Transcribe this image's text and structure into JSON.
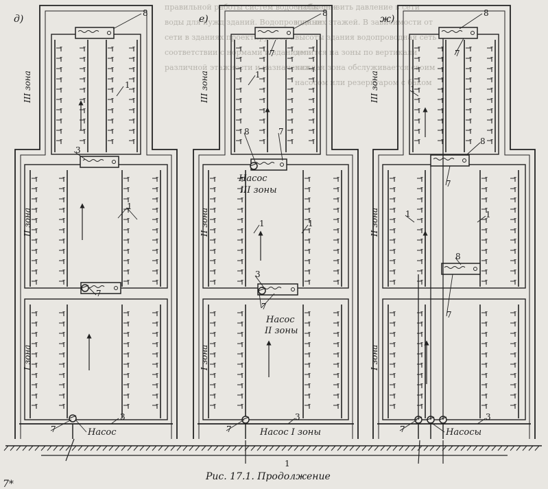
{
  "background_text": {
    "left_lines": [
      "правильной работы систем водоснабжения",
      "воды для нужд зданий. Водопроводные",
      "сети в зданиях проектируются в",
      "соответствии с нормами и зданиями",
      "различной этажности и назначения"
    ],
    "right_lines": [
      "чтобы снизить давление в сети",
      "нижних этажей. В зависимости от",
      "высоты здания водопроводная сеть",
      "делится на зоны по вертикали",
      "каждая зона обслуживается своим",
      "насосом или резервуаром с баком"
    ]
  },
  "panels": [
    {
      "letter": "д)",
      "zone3": "III зона",
      "zone2": "II зона",
      "zone1": "I зона",
      "top_tank": "8",
      "riser": "1",
      "mid_tank": "3",
      "mid_riser": "1",
      "low_tank": "7",
      "bottom_main": "3",
      "pump_num": "7",
      "pump_label": "Насос"
    },
    {
      "letter": "е)",
      "zone3": "III зона",
      "zone2": "II зона",
      "zone1": "I зона",
      "top_tank": "8",
      "top_pipe": "7",
      "riser3": "1",
      "tank3_num_a": "8",
      "tank3_num_b": "7",
      "pump3_a": "Насос",
      "pump3_b": "III зоны",
      "riser2_a": "1",
      "riser2_b": "1",
      "tank2_num": "3",
      "tank2_pipe": "7",
      "pump2_a": "Насос",
      "pump2_b": "II зоны",
      "bottom_main": "3",
      "pump_num": "7",
      "pump_label": "Насос I зоны"
    },
    {
      "letter": "ж)",
      "zone3": "III зона",
      "zone2": "II зона",
      "zone1": "I зона",
      "top_tank": "8",
      "top_pipe": "7",
      "riser3": "1",
      "tank3_num": "8",
      "tank3_pipe": "7",
      "riser2_a": "1",
      "riser2_b": "1",
      "tank2_num": "8",
      "tank2_pipe": "7",
      "bottom_main": "3",
      "pump_num": "7",
      "pump_label": "Насосы"
    }
  ],
  "bottom_inlet_num": "1",
  "caption": "Рис. 17.1. Продолжение",
  "page_mark": "7*"
}
